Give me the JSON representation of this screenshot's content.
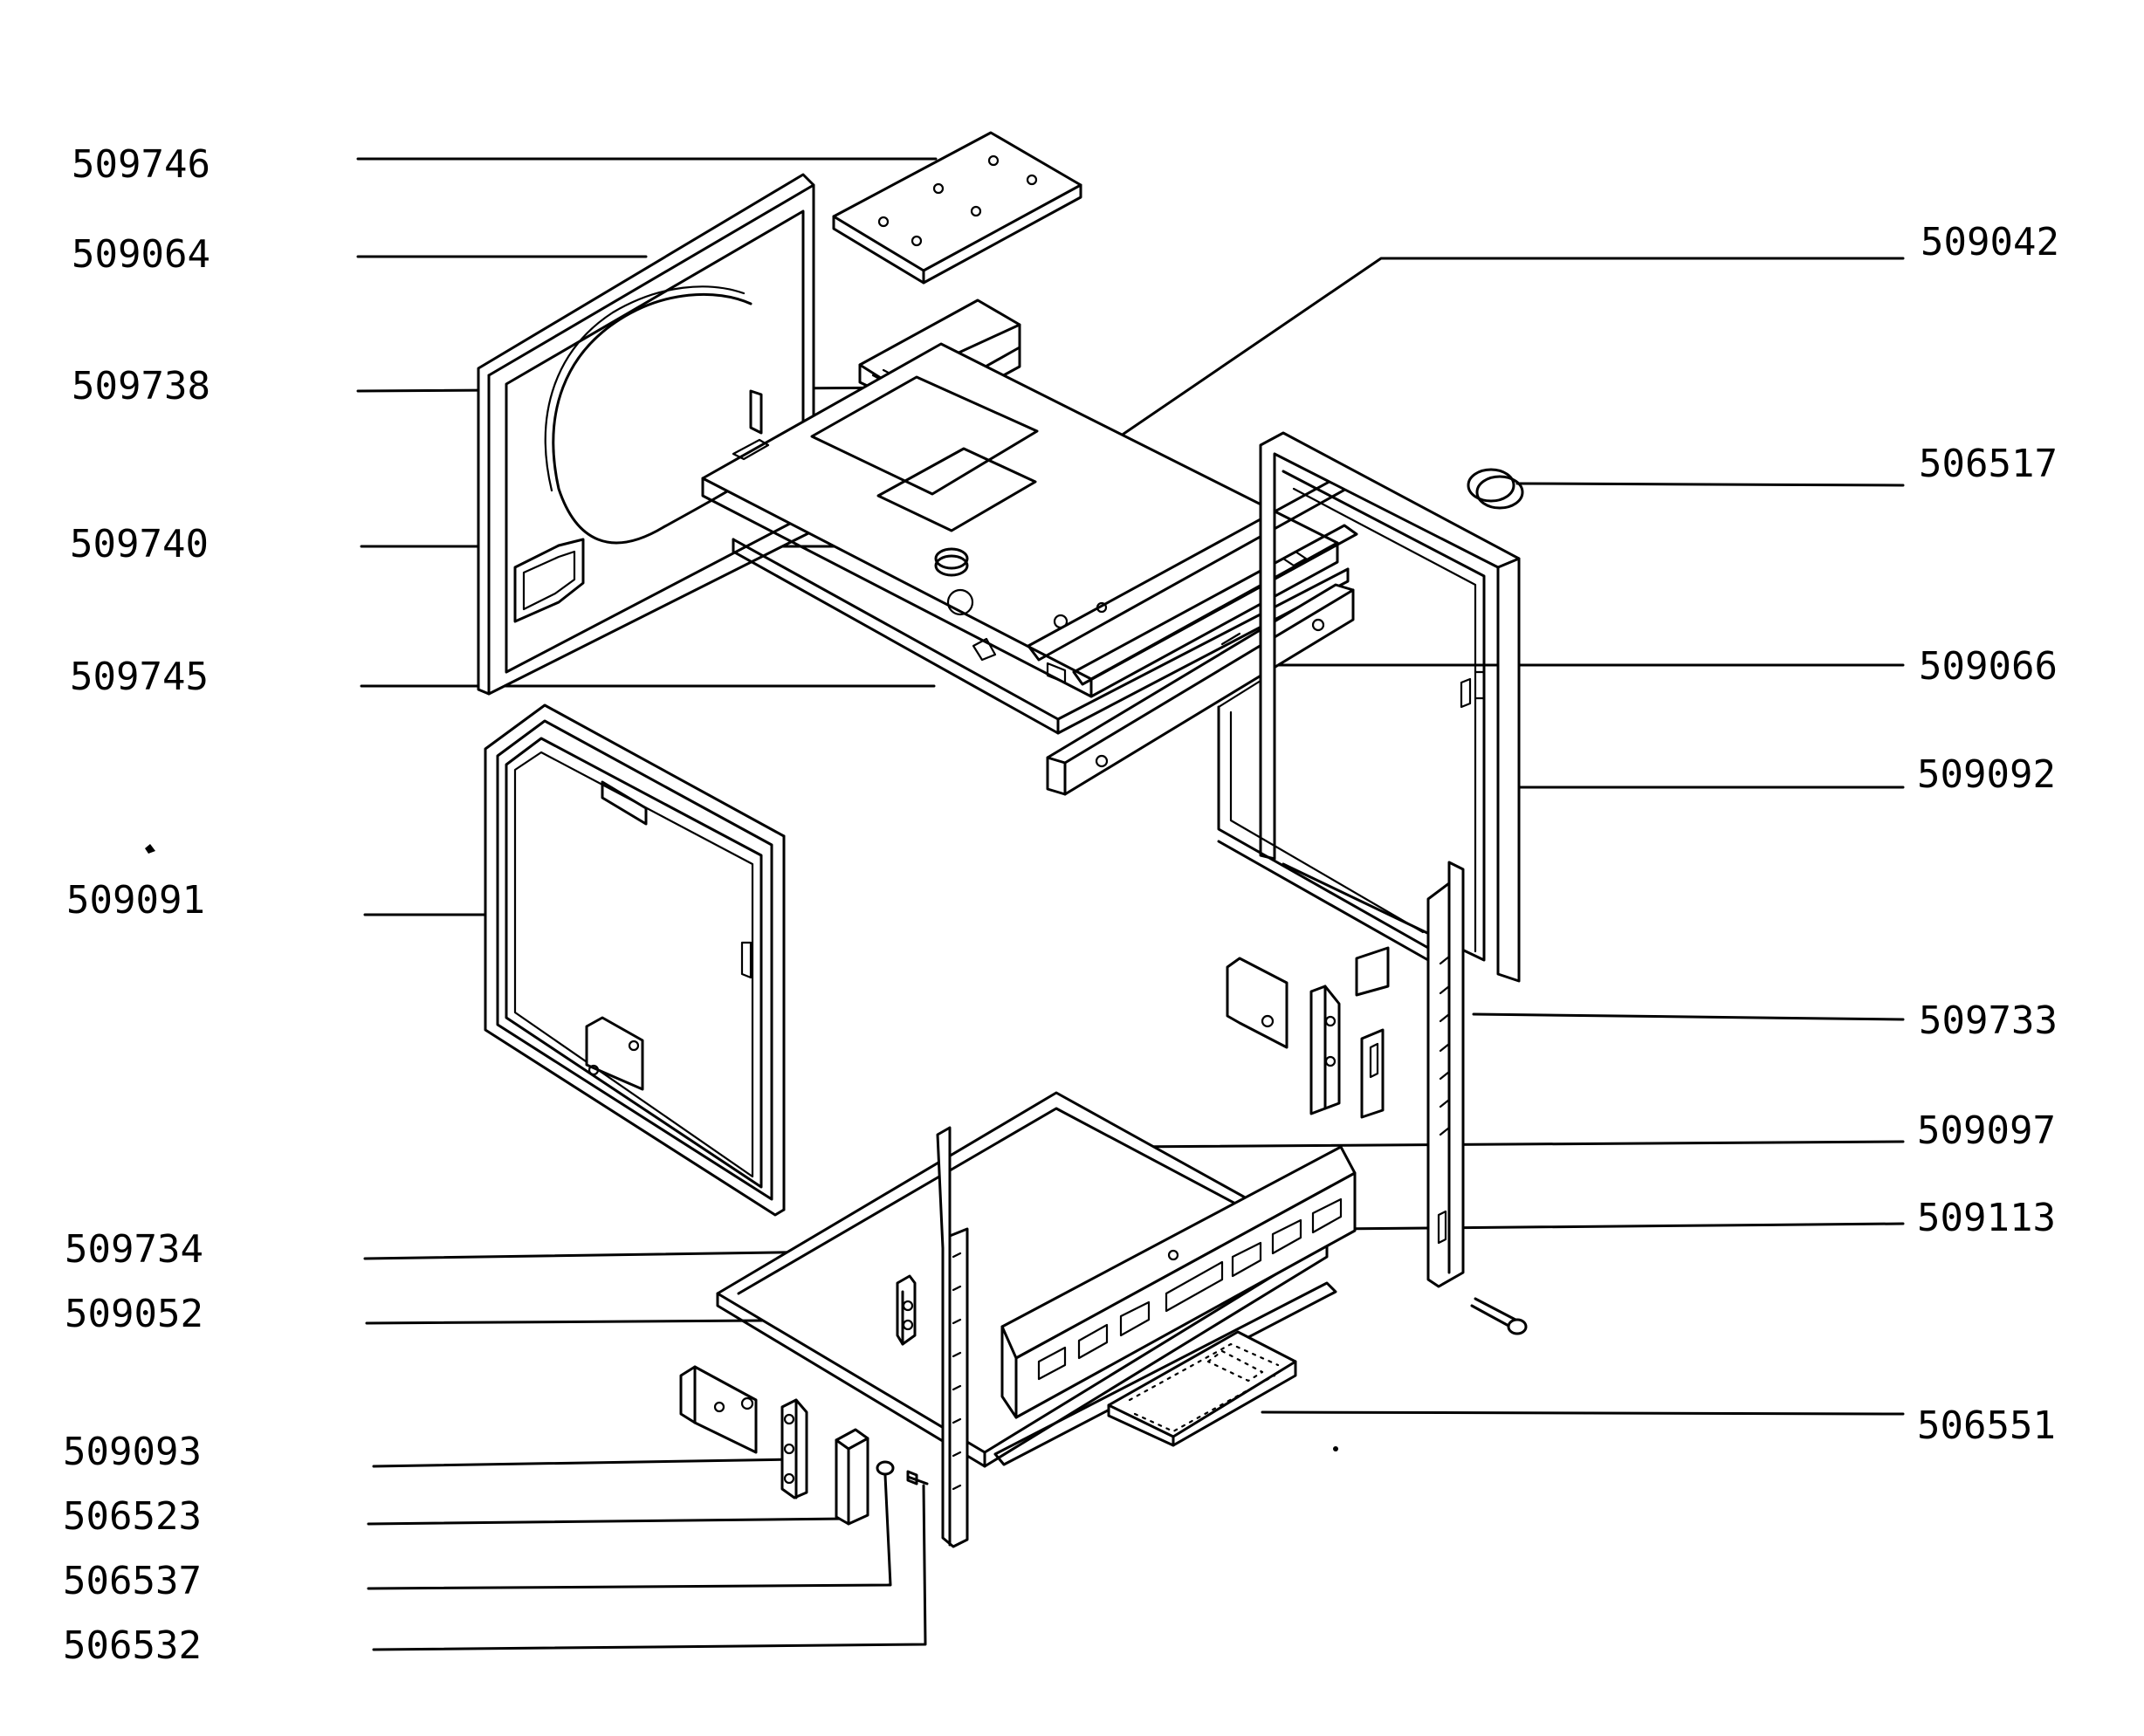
{
  "diagram": {
    "labels": {
      "l509746": "509746",
      "l509064": "509064",
      "l509738": "509738",
      "l509740": "509740",
      "l509745": "509745",
      "l509091": "509091",
      "l509734": "509734",
      "l509052": "509052",
      "l509093": "509093",
      "l506523": "506523",
      "l506537": "506537",
      "l506532": "506532",
      "r509042": "509042",
      "r506517": "506517",
      "r509066": "509066",
      "r509092": "509092",
      "r509733": "509733",
      "r509097": "509097",
      "r509113": "509113",
      "r506551": "506551"
    }
  }
}
